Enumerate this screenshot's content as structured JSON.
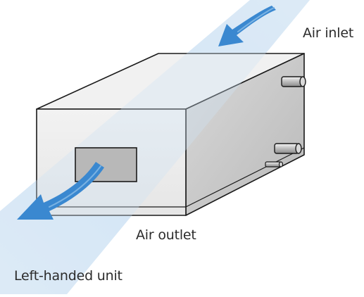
{
  "labels": {
    "air_inlet": "Air inlet",
    "air_outlet": "Air outlet",
    "caption": "Left-handed unit"
  },
  "colors": {
    "airflow_arrow": "#3a88d0",
    "airflow_band": "#d6e8f6",
    "box_front": "#ededed",
    "box_top": "#f3f3f3",
    "box_side": "#c9c9c9",
    "outline": "#1a1a1a"
  },
  "icons": {
    "inlet_arrow": "curved-arrow-left",
    "outlet_arrow": "curved-arrow-down-left",
    "pipe": "cylinder-connector"
  }
}
